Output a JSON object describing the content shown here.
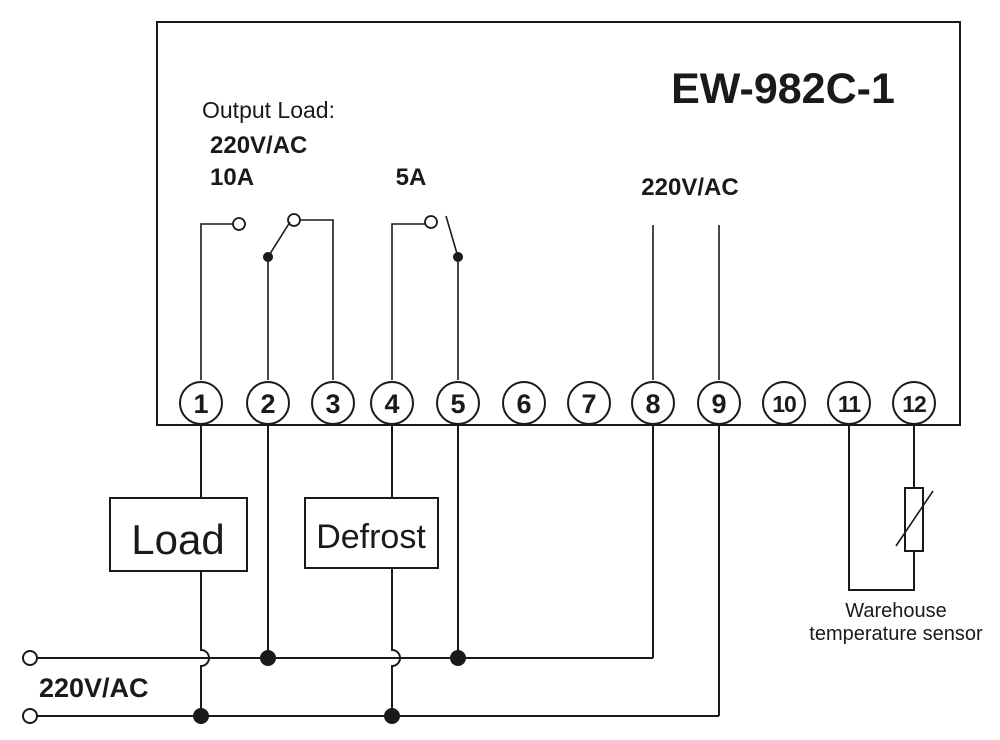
{
  "model": "EW-982C-1",
  "output_load": {
    "title": "Output Load:",
    "voltage": "220V/AC",
    "current": "10A"
  },
  "defrost_rating": "5A",
  "power_rating": "220V/AC",
  "terminals": [
    "1",
    "2",
    "3",
    "4",
    "5",
    "6",
    "7",
    "8",
    "9",
    "10",
    "11",
    "12"
  ],
  "load_label": "Load",
  "defrost_label": "Defrost",
  "supply_label": "220V/AC",
  "sensor_label": {
    "line1": "Warehouse",
    "line2": "temperature sensor"
  },
  "colors": {
    "ink": "#1a1a1a",
    "background": "#ffffff"
  }
}
